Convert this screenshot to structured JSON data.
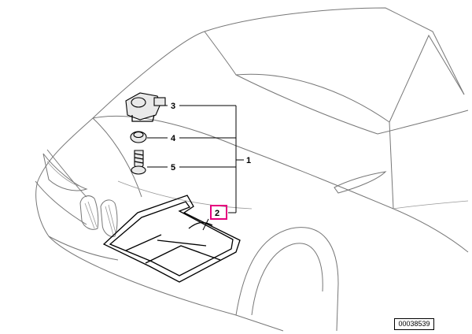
{
  "callouts": {
    "one": "1",
    "two": "2",
    "three": "3",
    "four": "4",
    "five": "5"
  },
  "highlight_color": "#e6007e",
  "reference_number": "00038539"
}
